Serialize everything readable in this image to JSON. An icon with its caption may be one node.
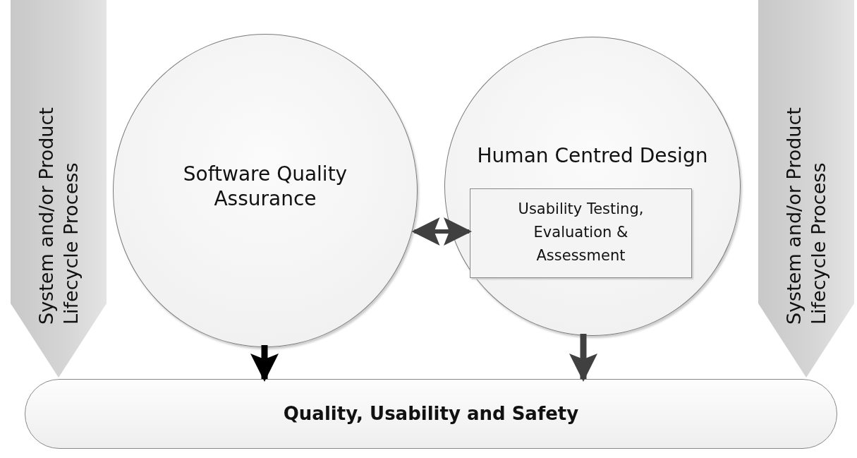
{
  "diagram": {
    "nodes": [
      {
        "text": [
          "System and/or Product Lifecycle Process"
        ]
      },
      {
        "text": [
          "Software Quality Assurance"
        ]
      },
      {
        "text": [
          "Human Centred Design"
        ]
      },
      {
        "text": [
          "Usability Testing, Evaluation & Assessment"
        ],
        "in": 2
      },
      {
        "text": [
          "System and/or Product Lifecycle Process"
        ]
      },
      {
        "text": [
          "Quality, Usability and Safety"
        ]
      }
    ],
    "edges": [
      {
        "from": 1,
        "to": 3,
        "arrow": "both"
      },
      {
        "from": 1,
        "to": 5,
        "arrow": "to",
        "color": "#000000"
      },
      {
        "from": 2,
        "to": 5,
        "arrow": "to"
      }
    ]
  }
}
